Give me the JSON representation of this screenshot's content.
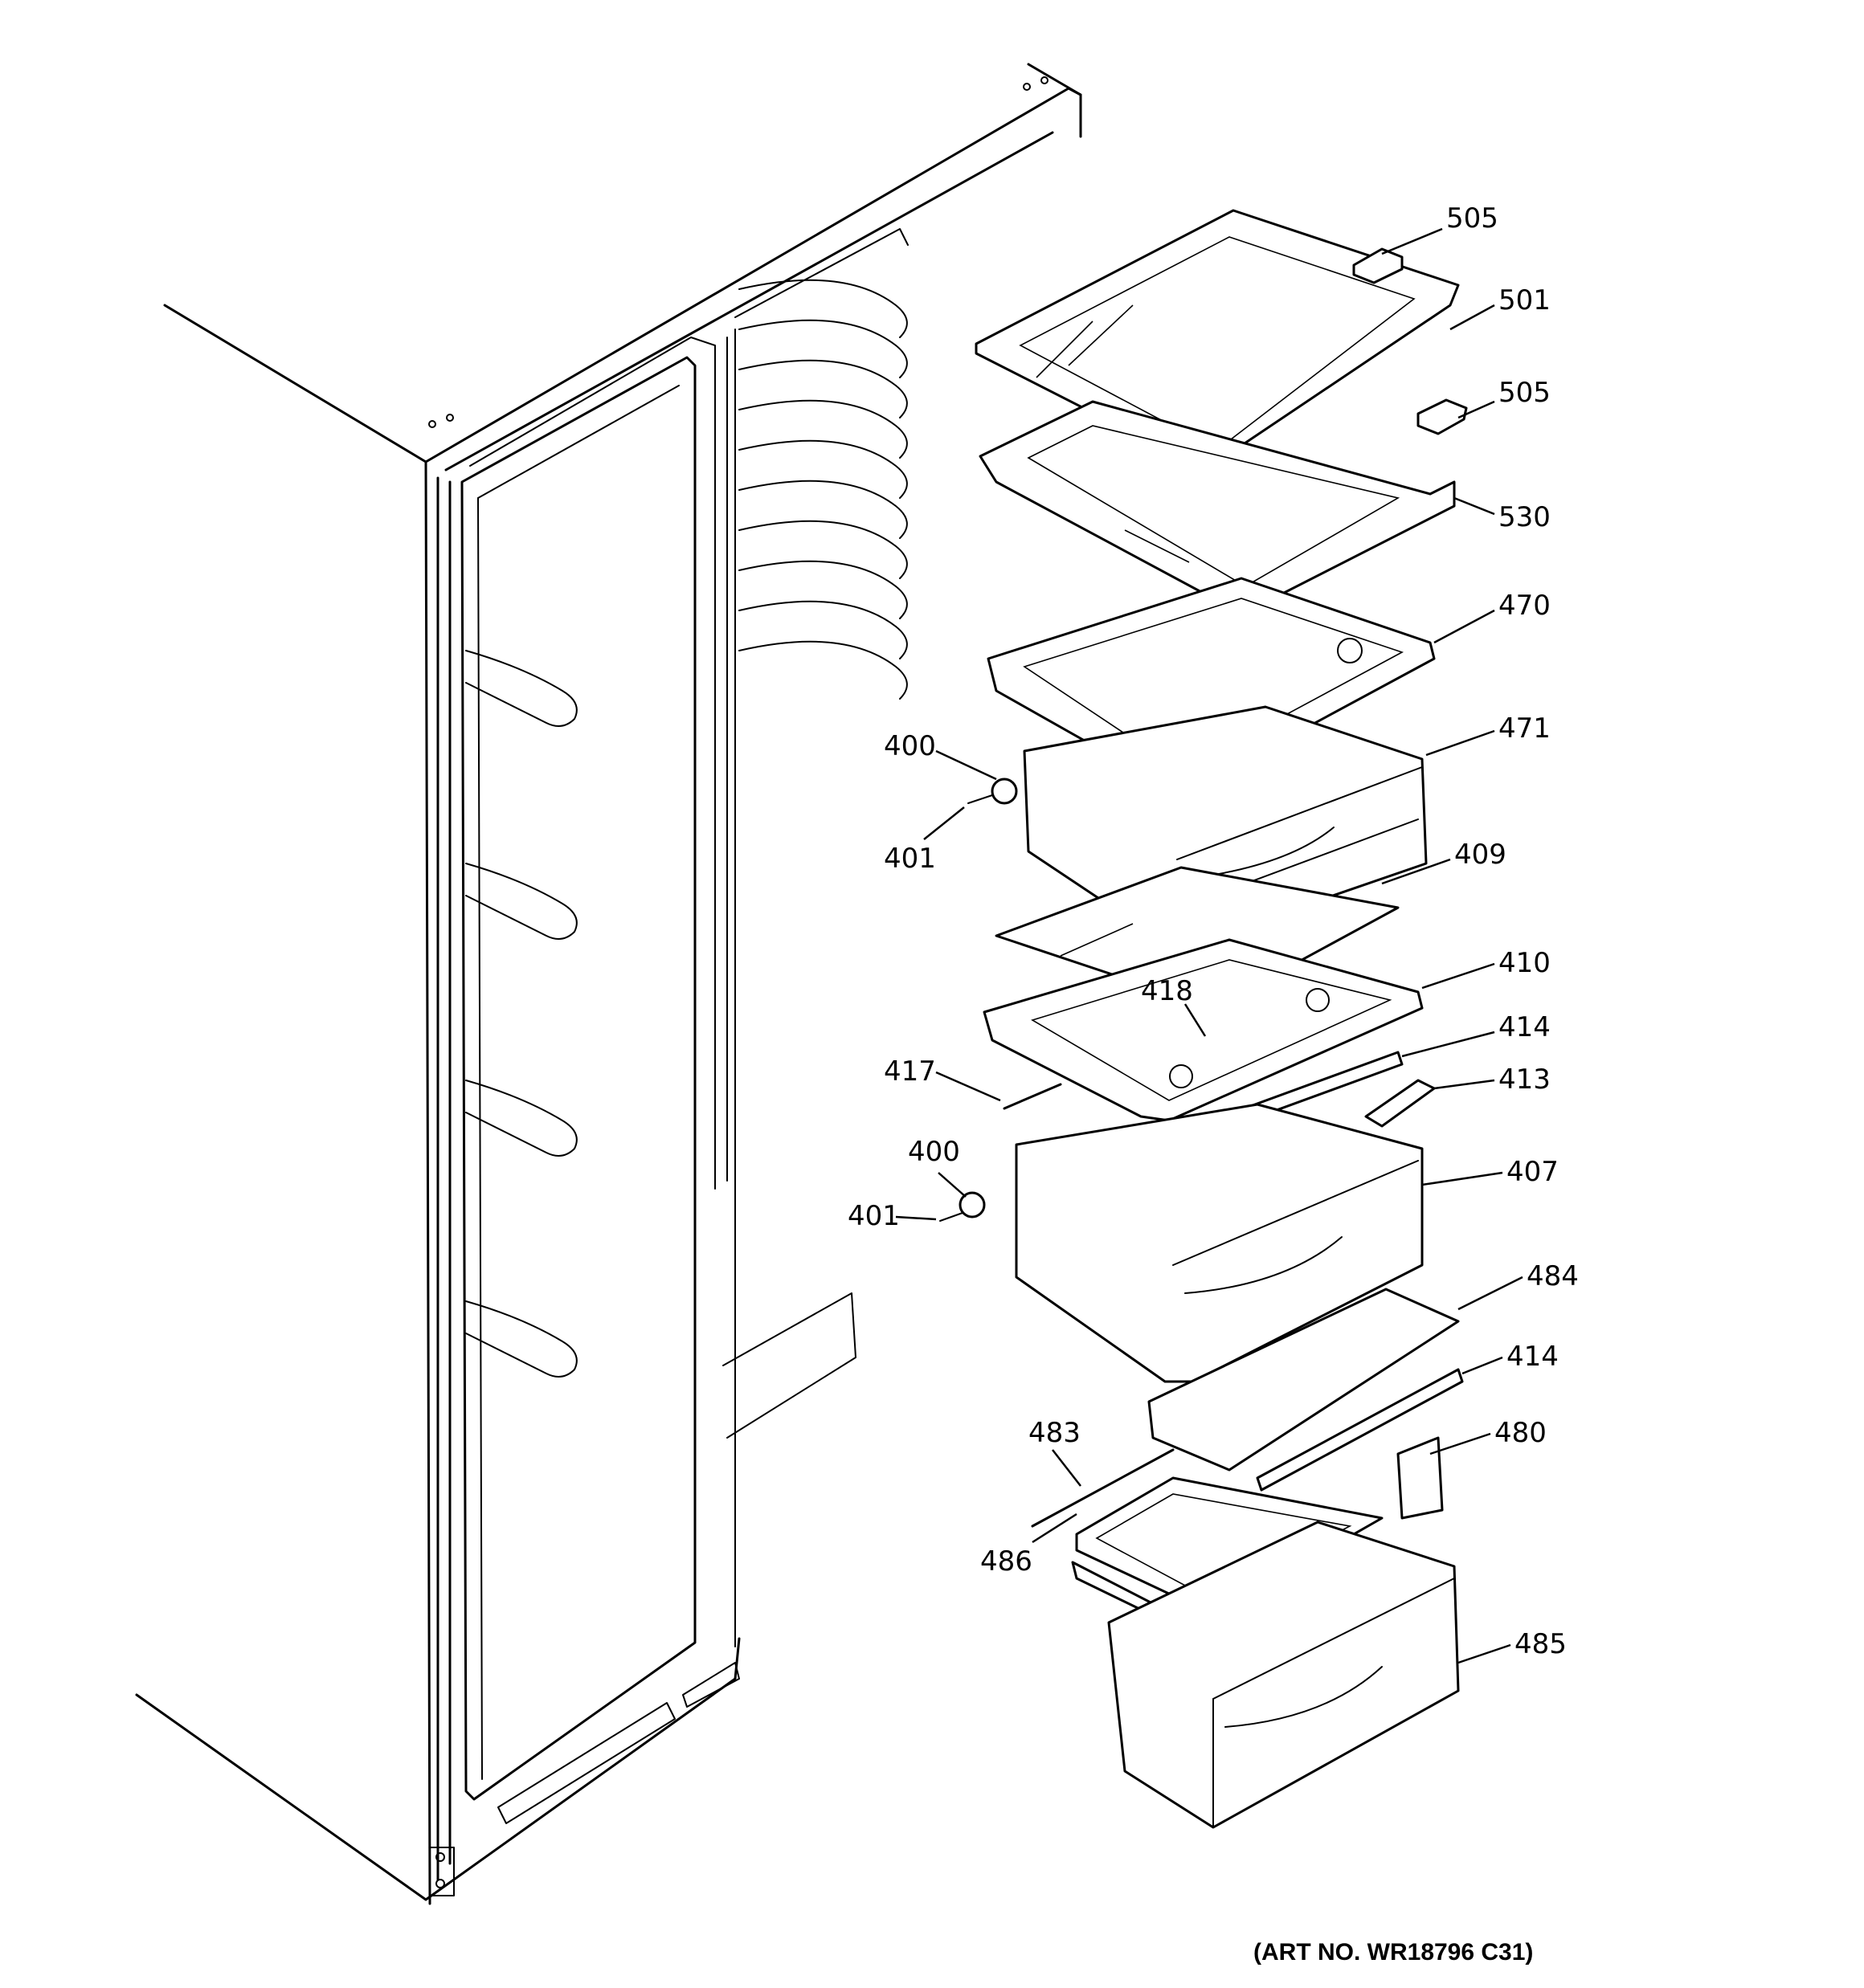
{
  "callouts": [
    "505",
    "501",
    "505",
    "530",
    "470",
    "471",
    "400",
    "401",
    "409",
    "410",
    "418",
    "414",
    "417",
    "413",
    "400",
    "401",
    "407",
    "484",
    "414",
    "480",
    "483",
    "486",
    "485"
  ],
  "art_number": "(ART NO. WR18796 C31)"
}
